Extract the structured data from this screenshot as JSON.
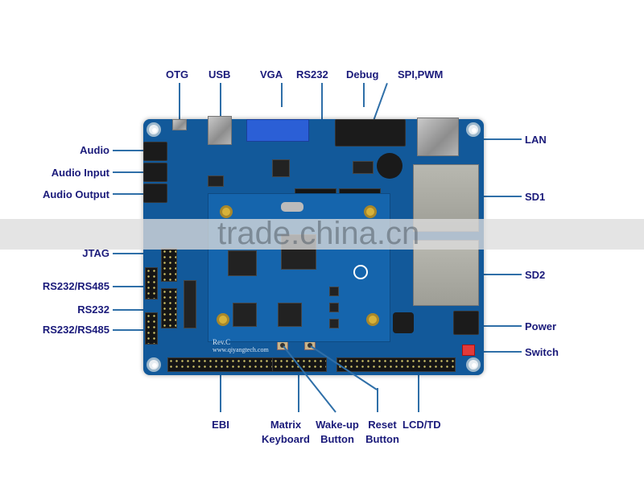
{
  "board": {
    "silkscreen_rev": "Rev.C",
    "silkscreen_url": "www.qiyangtech.com",
    "watermark": "trade.china.cn",
    "colors": {
      "pcb": "#12599a",
      "label_text": "#1a1a7a",
      "leader_line": "#2f6fa8"
    }
  },
  "labels": {
    "top": [
      {
        "id": "otg",
        "text": "OTG"
      },
      {
        "id": "usb",
        "text": "USB"
      },
      {
        "id": "vga",
        "text": "VGA"
      },
      {
        "id": "rs232",
        "text": "RS232"
      },
      {
        "id": "debug",
        "text": "Debug"
      },
      {
        "id": "spi_pwm",
        "text": "SPI,PWM"
      }
    ],
    "left": [
      {
        "id": "audio",
        "text": "Audio"
      },
      {
        "id": "audio_input",
        "text": "Audio Input"
      },
      {
        "id": "audio_output",
        "text": "Audio Output"
      },
      {
        "id": "jtag",
        "text": "JTAG"
      },
      {
        "id": "rs232_rs485_1",
        "text": "RS232/RS485"
      },
      {
        "id": "rs232_left",
        "text": "RS232"
      },
      {
        "id": "rs232_rs485_2",
        "text": "RS232/RS485"
      }
    ],
    "right": [
      {
        "id": "lan",
        "text": "LAN"
      },
      {
        "id": "sd1",
        "text": "SD1"
      },
      {
        "id": "sd2",
        "text": "SD2"
      },
      {
        "id": "power",
        "text": "Power"
      },
      {
        "id": "switch",
        "text": "Switch"
      }
    ],
    "bottom": [
      {
        "id": "ebi",
        "line1": "EBI",
        "line2": ""
      },
      {
        "id": "matrix_keyboard",
        "line1": "Matrix",
        "line2": "Keyboard"
      },
      {
        "id": "wakeup_button",
        "line1": "Wake-up",
        "line2": "Button"
      },
      {
        "id": "reset_button",
        "line1": "Reset",
        "line2": "Button"
      },
      {
        "id": "lcd_td",
        "line1": "LCD/TD",
        "line2": ""
      }
    ]
  }
}
